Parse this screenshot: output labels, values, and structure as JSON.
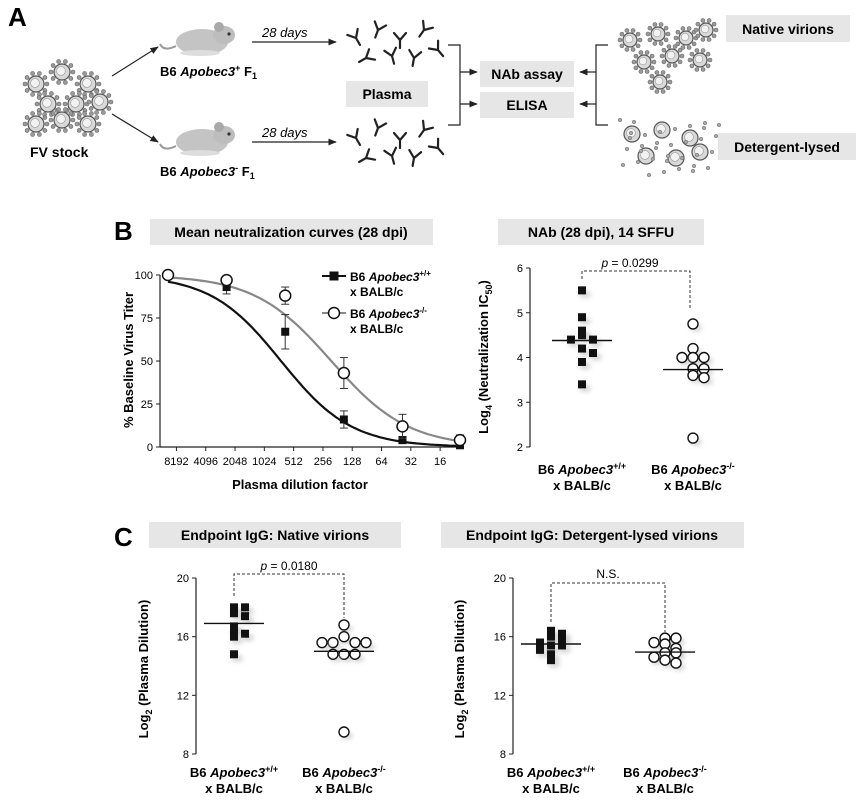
{
  "panels": {
    "A": {
      "letter": "A",
      "fv_stock": "FV stock",
      "days": "28 days",
      "mouse_plus": {
        "prefix": "B6 ",
        "gene": "Apobec3",
        "sup": "+",
        "suffix": " F",
        "sub": "1"
      },
      "mouse_minus": {
        "prefix": "B6 ",
        "gene": "Apobec3",
        "sup": "-",
        "suffix": " F",
        "sub": "1"
      },
      "plasma": "Plasma",
      "nab_assay": "NAb assay",
      "elisa": "ELISA",
      "native": "Native virions",
      "lysed": "Detergent-lysed"
    },
    "B": {
      "letter": "B",
      "curves_title": "Mean neutralization curves (28 dpi)",
      "nab_title": "NAb (28 dpi), 14 SFFU",
      "legend": [
        {
          "line1_prefix": "B6 ",
          "gene": "Apobec3",
          "sup": "+/+",
          "line2": "x BALB/c"
        },
        {
          "line1_prefix": "B6 ",
          "gene": "Apobec3",
          "sup": "-/-",
          "line2": "x BALB/c"
        }
      ],
      "pvalue": {
        "p": "p",
        "rest": " = 0.0299"
      }
    },
    "C": {
      "letter": "C",
      "native_title": "Endpoint IgG: Native virions",
      "lysed_title": "Endpoint IgG: Detergent-lysed virions",
      "pvalue": {
        "p": "p",
        "rest": " = 0.0180"
      },
      "ns": "N.S."
    }
  },
  "group_labels": [
    {
      "prefix": "B6 ",
      "gene": "Apobec3",
      "sup": "+/+",
      "line2": "x BALB/c"
    },
    {
      "prefix": "B6 ",
      "gene": "Apobec3",
      "sup": "-/-",
      "line2": "x BALB/c"
    }
  ],
  "colors": {
    "wt": "#111111",
    "ko": "#888888",
    "title_bg": "#e6e6e6"
  },
  "chart_data": [
    {
      "id": "neutralization",
      "type": "line",
      "xlabel": "Plasma dilution factor",
      "ylabel": "% Baseline Virus Titer",
      "x_scale": "log2, reversed",
      "x_ticks": [
        "8192",
        "4096",
        "2048",
        "1024",
        "512",
        "256",
        "128",
        "64",
        "32",
        "16"
      ],
      "x_tick_values": [
        8192,
        4096,
        2048,
        1024,
        512,
        256,
        128,
        64,
        32,
        16
      ],
      "y_ticks": [
        "0",
        "25",
        "50",
        "75",
        "100"
      ],
      "ylim": [
        0,
        100
      ],
      "series": [
        {
          "name": "B6 Apobec3+/+ x BALB/c",
          "marker": "filled-square",
          "color": "#111111",
          "ic50": 690,
          "hill": 1.2,
          "points": [
            {
              "x": 10000,
              "y": 100,
              "err": 0
            },
            {
              "x": 2500,
              "y": 93,
              "err": 4
            },
            {
              "x": 625,
              "y": 67,
              "err": 10
            },
            {
              "x": 156,
              "y": 16,
              "err": 5
            },
            {
              "x": 39,
              "y": 4,
              "err": 2
            },
            {
              "x": 10,
              "y": 1,
              "err": 1
            }
          ]
        },
        {
          "name": "B6 Apobec3-/- x BALB/c",
          "marker": "open-circle",
          "color": "#888888",
          "ic50": 210,
          "hill": 1.1,
          "points": [
            {
              "x": 10000,
              "y": 100,
              "err": 0
            },
            {
              "x": 2500,
              "y": 97,
              "err": 2
            },
            {
              "x": 625,
              "y": 88,
              "err": 5
            },
            {
              "x": 156,
              "y": 43,
              "err": 9
            },
            {
              "x": 39,
              "y": 12,
              "err": 7
            },
            {
              "x": 10,
              "y": 4,
              "err": 3
            }
          ]
        }
      ]
    },
    {
      "id": "nab",
      "type": "scatter",
      "ylabel": "Log4 (Neutralization IC50)",
      "ylim": [
        2,
        6
      ],
      "y_ticks": [
        "2",
        "3",
        "4",
        "5",
        "6"
      ],
      "groups": [
        {
          "name": "B6 Apobec3+/+ x BALB/c",
          "marker": "filled-square",
          "mean": 4.38,
          "values": [
            5.5,
            4.9,
            4.6,
            4.5,
            4.4,
            4.4,
            4.2,
            4.1,
            3.9,
            3.4
          ]
        },
        {
          "name": "B6 Apobec3-/- x BALB/c",
          "marker": "open-circle",
          "mean": 3.73,
          "values": [
            4.75,
            4.2,
            4.0,
            4.0,
            4.0,
            3.75,
            3.75,
            3.6,
            3.55,
            2.2
          ]
        }
      ],
      "p_value": "0.0299"
    },
    {
      "id": "igg_native",
      "type": "scatter",
      "ylabel": "Log2 (Plasma Dilution)",
      "ylim": [
        8,
        20
      ],
      "y_ticks": [
        "8",
        "12",
        "16",
        "20"
      ],
      "groups": [
        {
          "name": "B6 Apobec3+/+ x BALB/c",
          "marker": "filled-square",
          "mean": 16.9,
          "values": [
            18.0,
            18.0,
            17.6,
            17.4,
            16.7,
            16.5,
            16.2,
            16.0,
            14.8
          ]
        },
        {
          "name": "B6 Apobec3-/- x BALB/c",
          "marker": "open-circle",
          "mean": 15.0,
          "values": [
            16.8,
            16.0,
            15.6,
            15.6,
            15.6,
            15.6,
            14.8,
            14.8,
            14.8,
            9.5
          ]
        }
      ],
      "p_value": "0.0180"
    },
    {
      "id": "igg_lysed",
      "type": "scatter",
      "ylabel": "Log2 (Plasma Dilution)",
      "ylim": [
        8,
        20
      ],
      "y_ticks": [
        "8",
        "12",
        "16",
        "20"
      ],
      "groups": [
        {
          "name": "B6 Apobec3+/+ x BALB/c",
          "marker": "filled-square",
          "mean": 15.5,
          "values": [
            16.4,
            16.2,
            16.0,
            15.9,
            15.6,
            15.4,
            15.4,
            15.1,
            14.8,
            14.4
          ]
        },
        {
          "name": "B6 Apobec3-/- x BALB/c",
          "marker": "open-circle",
          "mean": 14.95,
          "values": [
            15.9,
            15.9,
            15.6,
            15.5,
            15.2,
            14.9,
            14.9,
            14.6,
            14.4,
            14.2
          ]
        }
      ],
      "p_value": "N.S."
    }
  ]
}
